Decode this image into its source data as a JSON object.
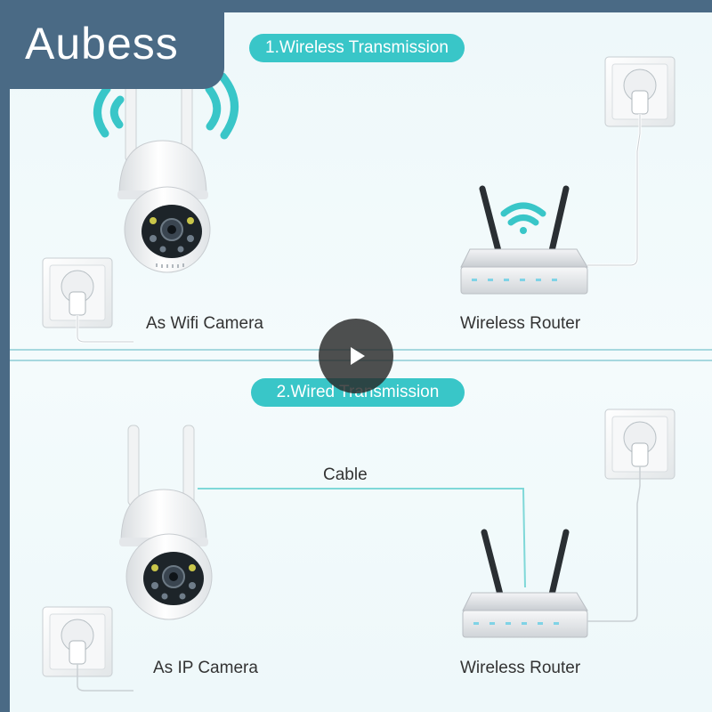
{
  "brand": {
    "name": "Aubess"
  },
  "section1": {
    "title": "1.Wireless Transmission",
    "camera_label": "As Wifi Camera",
    "router_label": "Wireless Router"
  },
  "section2": {
    "title": "2.Wired Transmission",
    "cable_label": "Cable",
    "camera_label": "As IP Camera",
    "router_label": "Wireless Router"
  },
  "player": {
    "icon": "play-icon"
  },
  "colors": {
    "accent": "#39c6c8",
    "brand_bg": "#4a6a85",
    "background": "#f4fbfc"
  }
}
